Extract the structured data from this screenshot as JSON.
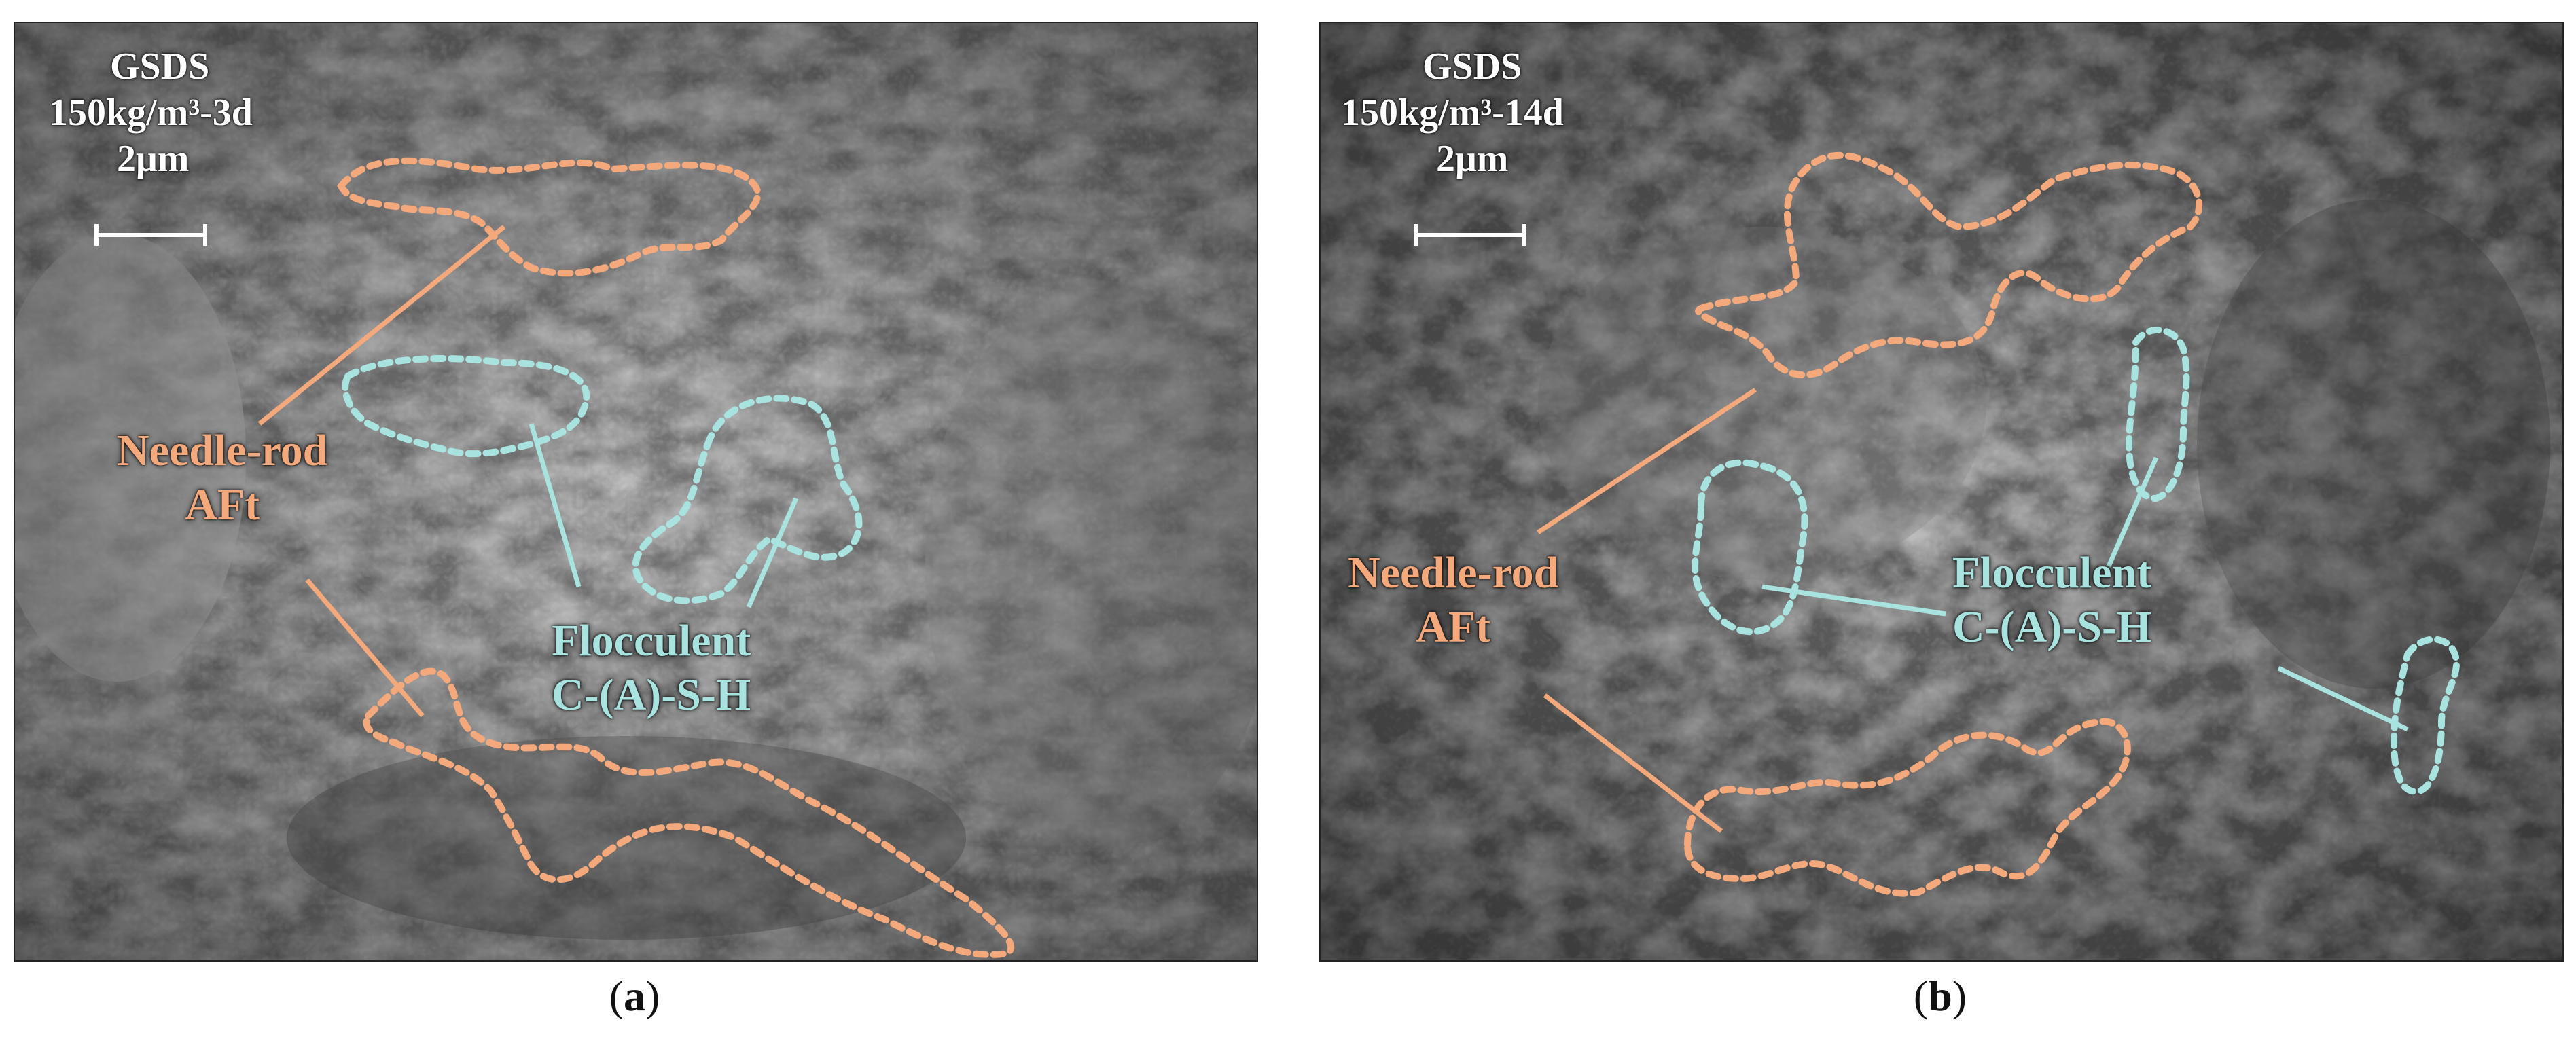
{
  "colors": {
    "aft": "#f4a97c",
    "csh": "#a8e3df",
    "text": "#ffffff"
  },
  "panels": [
    {
      "id": "a",
      "header": {
        "line1": "GSDS",
        "line2": "150kg/m³-3d",
        "scale": "2μm"
      },
      "aft_label": {
        "line1": "Needle-rod",
        "line2": "AFt"
      },
      "csh_label": {
        "line1": "Flocculent",
        "line2": "C-(A)-S-H"
      },
      "caption": {
        "open": "(",
        "letter": "a",
        "close": ")"
      }
    },
    {
      "id": "b",
      "header": {
        "line1": "GSDS",
        "line2": "150kg/m³-14d",
        "scale": "2μm"
      },
      "aft_label": {
        "line1": "Needle-rod",
        "line2": "AFt"
      },
      "csh_label": {
        "line1": "Flocculent",
        "line2": "C-(A)-S-H"
      },
      "caption": {
        "open": "(",
        "letter": "b",
        "close": ")"
      }
    }
  ]
}
